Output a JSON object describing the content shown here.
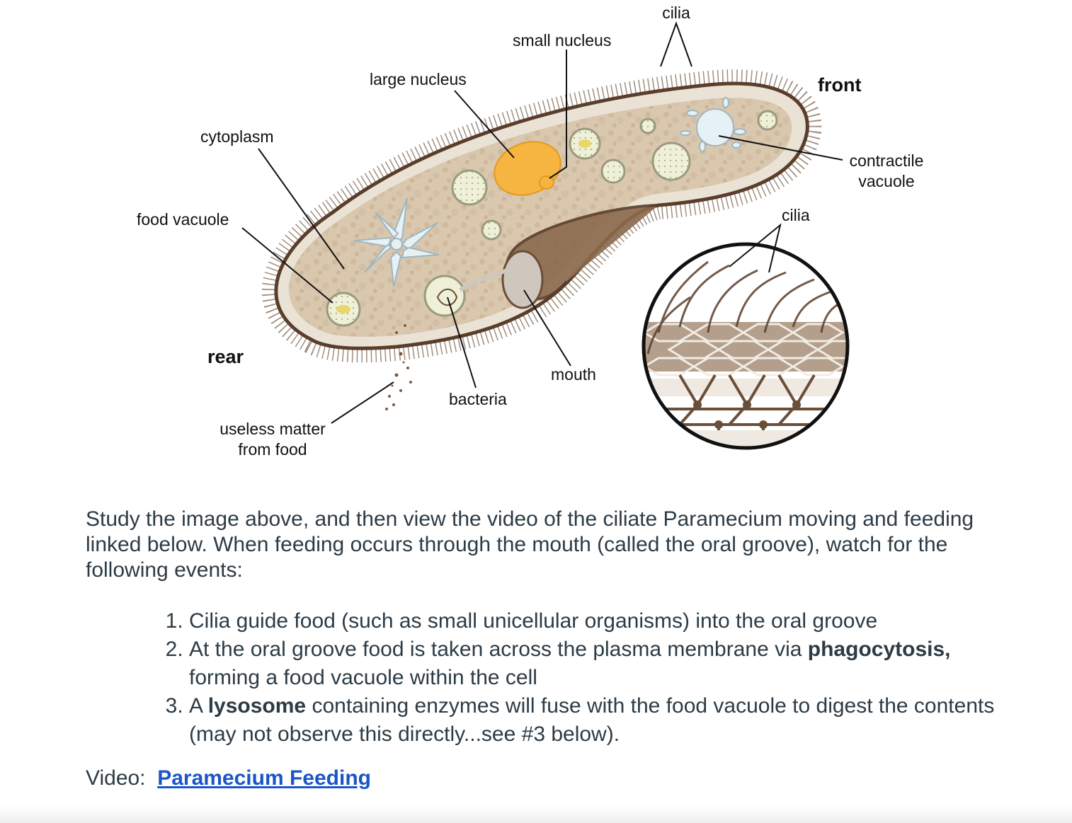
{
  "figure": {
    "labels": {
      "cilia_top": "cilia",
      "small_nucleus": "small nucleus",
      "large_nucleus": "large nucleus",
      "front": "front",
      "cytoplasm": "cytoplasm",
      "contractile_vacuole_1": "contractile",
      "contractile_vacuole_2": "vacuole",
      "food_vacuole": "food vacuole",
      "cilia_right": "cilia",
      "rear": "rear",
      "mouth": "mouth",
      "bacteria": "bacteria",
      "useless_matter_1": "useless matter",
      "useless_matter_2": "from food"
    },
    "colors": {
      "membrane": "#5a3d2b",
      "cytoplasm": "#d8c6ae",
      "nucleus": "#f6b540",
      "vacuole": "#eef0d8",
      "contractile": "#e6f1f5"
    }
  },
  "intro": {
    "text": "Study the image above, and then view the video of the ciliate Paramecium moving and feeding linked below.  When feeding occurs through the mouth (called the oral groove), watch for the following events:"
  },
  "steps": [
    {
      "text": "Cilia guide food (such as small unicellular organisms) into the oral groove"
    },
    {
      "before": "At the oral groove food is taken across the plasma membrane via ",
      "bold": "phagocytosis,",
      "after": " forming a food vacuole within the cell"
    },
    {
      "before": "A ",
      "bold": "lysosome",
      "after": " containing enzymes will fuse with the food vacuole to digest the contents (may not observe this directly...see #3 below)."
    }
  ],
  "video": {
    "label": "Video:",
    "link_text": "Paramecium Feeding"
  }
}
